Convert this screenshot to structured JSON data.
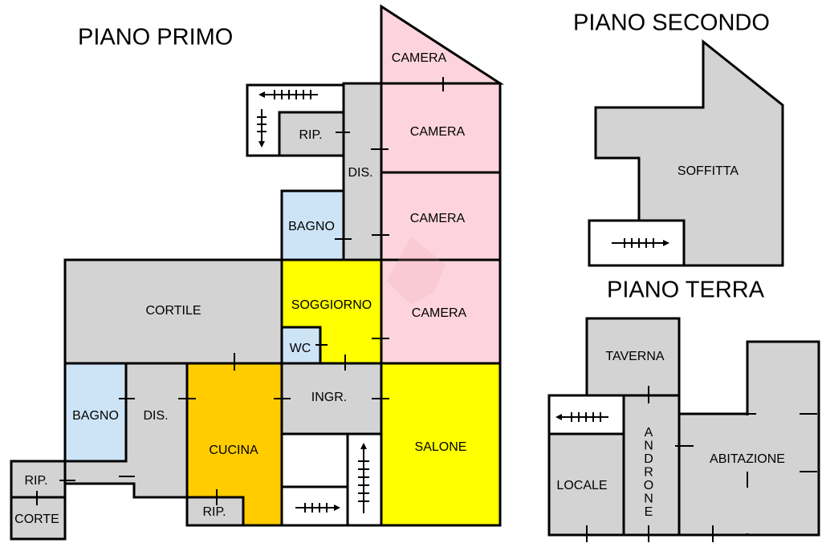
{
  "titles": {
    "primo": "PIANO PRIMO",
    "secondo": "PIANO SECONDO",
    "terra": "PIANO TERRA"
  },
  "colors": {
    "grey": "#d3d3d3",
    "pink": "#fdd4dd",
    "blue": "#cde4f7",
    "yellow": "#ffff00",
    "orange": "#ffcc00",
    "white": "#ffffff",
    "line": "#000000"
  },
  "rooms": {
    "camera_top": "CAMERA",
    "camera_1": "CAMERA",
    "camera_2": "CAMERA",
    "camera_3": "CAMERA",
    "rip_top": "RIP.",
    "dis_top": "DIS.",
    "bagno_top": "BAGNO",
    "soggiorno": "SOGGIORNO",
    "cortile": "CORTILE",
    "wc": "WC",
    "bagno_left": "BAGNO",
    "dis_left": "DIS.",
    "cucina": "CUCINA",
    "ingr": "INGR.",
    "salone": "SALONE",
    "rip_left": "RIP.",
    "corte": "CORTE",
    "rip_bottom": "RIP.",
    "soffitta": "SOFFITTA",
    "taverna": "TAVERNA",
    "androne": "ANDRONE",
    "abitazione": "ABITAZIONE",
    "locale": "LOCALE"
  },
  "icons": {
    "stairs": "stairs-arrow-icon",
    "watermark": "house-watermark-icon"
  }
}
